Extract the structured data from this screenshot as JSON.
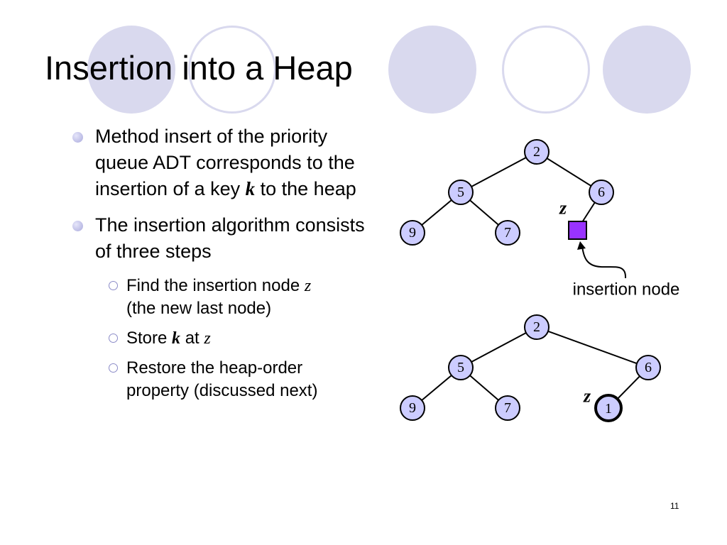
{
  "slide": {
    "title": "Insertion into a Heap",
    "page_number": "11"
  },
  "bullets": {
    "b1": {
      "text_a": "Method insert of the priority queue ADT corresponds to the insertion of a key ",
      "k": "k",
      "text_b": " to the heap"
    },
    "b2": {
      "text": "The insertion algorithm consists of three steps"
    },
    "steps": {
      "s1": {
        "text_a": "Find the insertion node ",
        "z": "z",
        "text_b": "(the new last node)"
      },
      "s2": {
        "text_a": "Store ",
        "k": "k",
        "text_b": " at ",
        "z": "z"
      },
      "s3": {
        "text": "Restore the heap-order property (discussed next)"
      }
    }
  },
  "diagram_top": {
    "nodes": {
      "root": "2",
      "left": "5",
      "right": "6",
      "left_left": "9",
      "left_right": "7"
    },
    "z_label": "z",
    "insertion_node_color": "#9933ff",
    "annotation": "insertion node"
  },
  "diagram_bottom": {
    "nodes": {
      "root": "2",
      "left": "5",
      "right": "6",
      "left_left": "9",
      "left_right": "7",
      "new": "1"
    },
    "z_label": "z"
  },
  "colors": {
    "node_fill": "#ccccff",
    "decor_circle": "#d9d9ee"
  }
}
